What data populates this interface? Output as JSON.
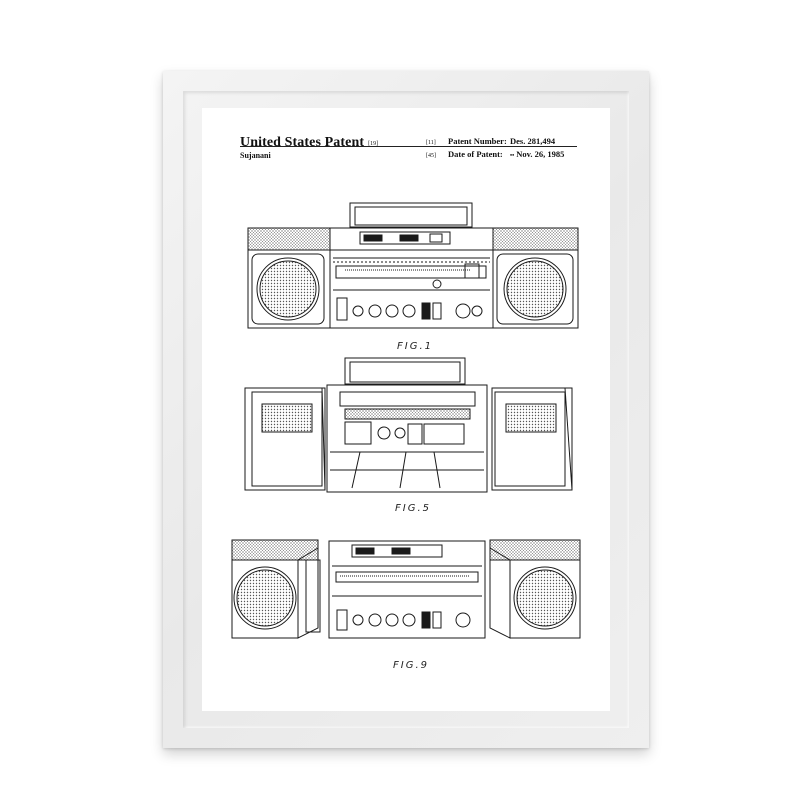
{
  "patent": {
    "title": "United States Patent",
    "title_ref": "[19]",
    "inventor": "Sujanani",
    "number_ref": "[11]",
    "number_label": "Patent Number:",
    "number_value": "Des. 281,494",
    "date_ref": "[45]",
    "date_label": "Date of Patent:",
    "date_mark": "••",
    "date_value": "Nov. 26, 1985"
  },
  "figures": [
    {
      "label": "FIG.1"
    },
    {
      "label": "FIG.5"
    },
    {
      "label": "FIG.9"
    }
  ],
  "colors": {
    "ink": "#1a1a1a",
    "frame": "#ececec",
    "paper": "#ffffff"
  }
}
